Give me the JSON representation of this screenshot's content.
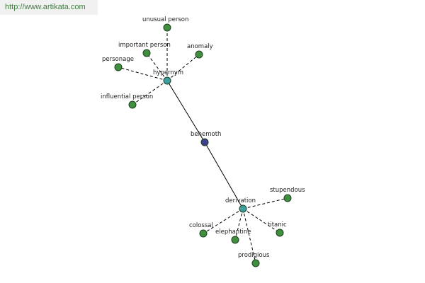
{
  "watermark": "http://www.artikata.com",
  "colors": {
    "center": "#3f3f8f",
    "relation": "#3f9f9f",
    "leaf": "#3f8f3f",
    "edge": "#000000"
  },
  "graph": {
    "nodes": [
      {
        "id": "behemoth",
        "label": "behemoth",
        "kind": "center"
      },
      {
        "id": "hypernym",
        "label": "hypernym",
        "kind": "relation"
      },
      {
        "id": "derivation",
        "label": "derivation",
        "kind": "relation"
      },
      {
        "id": "unusual-person",
        "label": "unusual person",
        "kind": "leaf"
      },
      {
        "id": "important-person",
        "label": "important person",
        "kind": "leaf"
      },
      {
        "id": "anomaly",
        "label": "anomaly",
        "kind": "leaf"
      },
      {
        "id": "personage",
        "label": "personage",
        "kind": "leaf"
      },
      {
        "id": "influential-person",
        "label": "influential person",
        "kind": "leaf"
      },
      {
        "id": "stupendous",
        "label": "stupendous",
        "kind": "leaf"
      },
      {
        "id": "colossal",
        "label": "colossal",
        "kind": "leaf"
      },
      {
        "id": "elephantine",
        "label": "elephantine",
        "kind": "leaf"
      },
      {
        "id": "titanic",
        "label": "titanic",
        "kind": "leaf"
      },
      {
        "id": "prodigious",
        "label": "prodigious",
        "kind": "leaf"
      }
    ],
    "edges": [
      {
        "from": "behemoth",
        "to": "hypernym",
        "style": "solid"
      },
      {
        "from": "behemoth",
        "to": "derivation",
        "style": "solid"
      },
      {
        "from": "hypernym",
        "to": "unusual-person",
        "style": "dashed"
      },
      {
        "from": "hypernym",
        "to": "important-person",
        "style": "dashed"
      },
      {
        "from": "hypernym",
        "to": "anomaly",
        "style": "dashed"
      },
      {
        "from": "hypernym",
        "to": "personage",
        "style": "dashed"
      },
      {
        "from": "hypernym",
        "to": "influential-person",
        "style": "dashed"
      },
      {
        "from": "derivation",
        "to": "stupendous",
        "style": "dashed"
      },
      {
        "from": "derivation",
        "to": "colossal",
        "style": "dashed"
      },
      {
        "from": "derivation",
        "to": "elephantine",
        "style": "dashed"
      },
      {
        "from": "derivation",
        "to": "titanic",
        "style": "dashed"
      },
      {
        "from": "derivation",
        "to": "prodigious",
        "style": "dashed"
      }
    ]
  }
}
